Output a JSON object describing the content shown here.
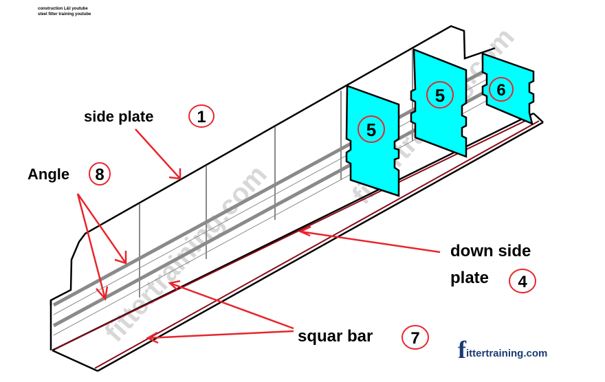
{
  "credits": [
    "construction L&I youtube",
    "steel fitter training youtube"
  ],
  "labels": {
    "side_plate": {
      "text": "side plate",
      "num": "1"
    },
    "angle": {
      "text": "Angle",
      "num": "8"
    },
    "down_side_plate": {
      "line1": "down side",
      "line2": "plate",
      "num": "4"
    },
    "squar_bar": {
      "text": "squar bar",
      "num": "7"
    }
  },
  "parts": [
    {
      "id": "plate-a",
      "num": "5"
    },
    {
      "id": "plate-b",
      "num": "5"
    },
    {
      "id": "plate-c",
      "num": "6"
    }
  ],
  "watermark": "fittertraining.com",
  "logo": {
    "first": "f",
    "rest": "ittertraining.com"
  },
  "colors": {
    "plate_fill": "#00ffff",
    "arrow": "#e8252b",
    "bar": "#8b0a1a",
    "angle": "#8a8a8a",
    "logo": "#1a3a73"
  }
}
